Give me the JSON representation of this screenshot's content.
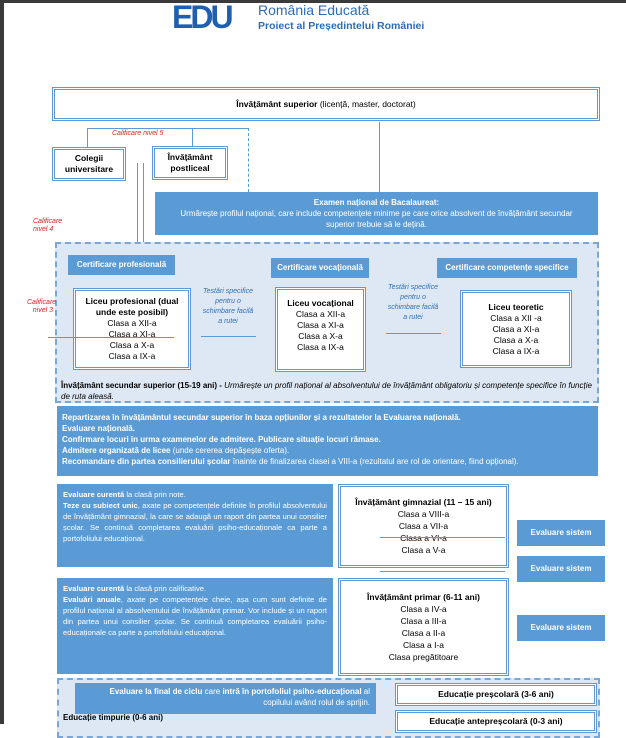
{
  "logo": {
    "letters": "EDU",
    "title": "România Educată",
    "subtitle": "Proiect al Președintelui României"
  },
  "colors": {
    "accent": "#5b9bd5",
    "region": "#dde8f4",
    "label_red": "#e02020"
  },
  "higher": {
    "bold": "Învățământ superior",
    "rest": " (licență, master, doctorat)"
  },
  "level5": "Calificare nivel 5",
  "level4": "Calificare nivel 4",
  "level3": "Calificare nivel 3",
  "colegii": "Colegii universitare",
  "postliceal": "Învățământ postliceal",
  "bac": {
    "title": "Examen național de Bacalaureat:",
    "text": "Urmărește profilul național, care include competențele minime pe care orice absolvent de învățământ secundar superior trebuie să le dețină."
  },
  "certs": [
    "Certificare profesională",
    "Certificare vocațională",
    "Certificare competențe specifice"
  ],
  "testari": "Testări specifice pentru o schimbare facilă a rutei",
  "licee": [
    {
      "title": "Liceu profesional (dual unde este posibil)",
      "classes": [
        "Clasa a XII-a",
        "Clasa a XI-a",
        "Clasa a X-a",
        "Clasa a IX-a"
      ]
    },
    {
      "title": "Liceu vocațional",
      "classes": [
        "Clasa a XII-a",
        "Clasa a XI-a",
        "Clasa a X-a",
        "Clasa a IX-a"
      ]
    },
    {
      "title": "Liceu teoretic",
      "classes": [
        "Clasa a XII -a",
        "Clasa a XI-a",
        "Clasa a X-a",
        "Clasa a IX-a"
      ]
    }
  ],
  "secundar": {
    "bold": "Învățământ secundar superior (15-19 ani) - ",
    "italic": "Urmărește un profil național al absolventului de învățământ obligatoriu și competențe specifice în funcție de ruta aleasă."
  },
  "admission": [
    {
      "bold": "Repartizarea în învățământul secundar superior în baza opțiunilor și a rezultatelor la Evaluarea națională.",
      "rest": ""
    },
    {
      "bold": "Evaluare națională.",
      "rest": ""
    },
    {
      "bold": "Confirmare locuri în urma examenelor de admitere. Publicare situație locuri rămase.",
      "rest": ""
    },
    {
      "bold": "Admitere organizată de licee",
      "rest": " (unde cererea depășește oferta)."
    },
    {
      "bold": "Recomandare din partea consilierului școlar",
      "rest": " înainte de finalizarea clasei a VIII-a (rezultatul are rol de orientare, fiind opțional)."
    }
  ],
  "gim_eval": {
    "b1": "Evaluare curentă",
    "t1": " la clasă prin note.",
    "b2": "Teze cu subiect unic",
    "t2": ", axate pe competențele definite în profilul absolventului de învățământ gimnazial, la care se adaugă un raport din partea unui consilier școlar. Se continuă completarea evaluării psiho-educaționale ca parte a portofoliului educațional."
  },
  "gimnazial": {
    "title": "Învățământ gimnazial (11 – 15 ani)",
    "classes": [
      "Clasa a VIII-a",
      "Clasa a VII-a",
      "Clasa a VI-a",
      "Clasa a V-a"
    ]
  },
  "prim_eval": {
    "b1": "Evaluare curentă",
    "t1": " la clasă prin calificative.",
    "b2": "Evaluări anuale",
    "t2": ", axate pe competențele cheie, așa cum sunt definite de profilul național al absolventului de învățământ primar. Vor include și un raport din partea unui consilier școlar. Se continuă completarea evaluării psiho-educaționale ca parte a portofoliului educațional."
  },
  "primar": {
    "title": "Învățământ primar (6-11 ani)",
    "classes": [
      "Clasa a IV-a",
      "Clasa a III-a",
      "Clasa a II-a",
      "Clasa a I-a",
      "Clasa pregătitoare"
    ]
  },
  "eval_sistem": [
    "Evaluare sistem",
    "Evaluare sistem",
    "Evaluare sistem"
  ],
  "final": {
    "b1": "Evaluare la final de ciclu",
    "t1": "  care ",
    "b2": "intră în portofoliul psiho-educațional",
    "t2": " al copilului având rolul de sprijin."
  },
  "prescolar": "Educație preșcolară (3-6 ani)",
  "antepre": "Educație antepreșcolară (0-3 ani)",
  "timpurie": "Educație timpurie (0-6 ani)"
}
